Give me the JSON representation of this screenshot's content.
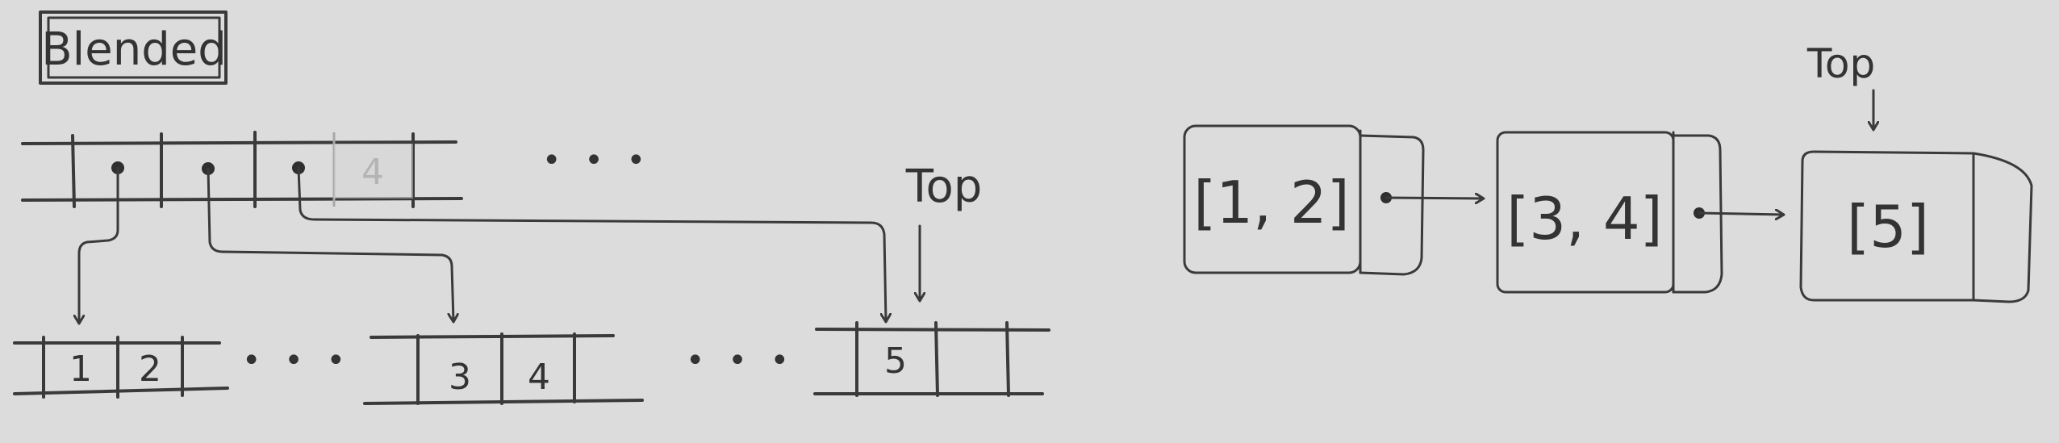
{
  "label": "Blended",
  "ellipsis": "• • •",
  "index_cells": {
    "ghost_value": "4"
  },
  "blocks": [
    {
      "values": [
        "1",
        "2"
      ]
    },
    {
      "values": [
        "3",
        "4"
      ]
    },
    {
      "values": [
        "5",
        ""
      ]
    }
  ],
  "top_label": "Top",
  "linked_list": {
    "nodes": [
      "[1, 2]",
      "[3, 4]",
      "[5]"
    ],
    "top_label": "Top"
  }
}
